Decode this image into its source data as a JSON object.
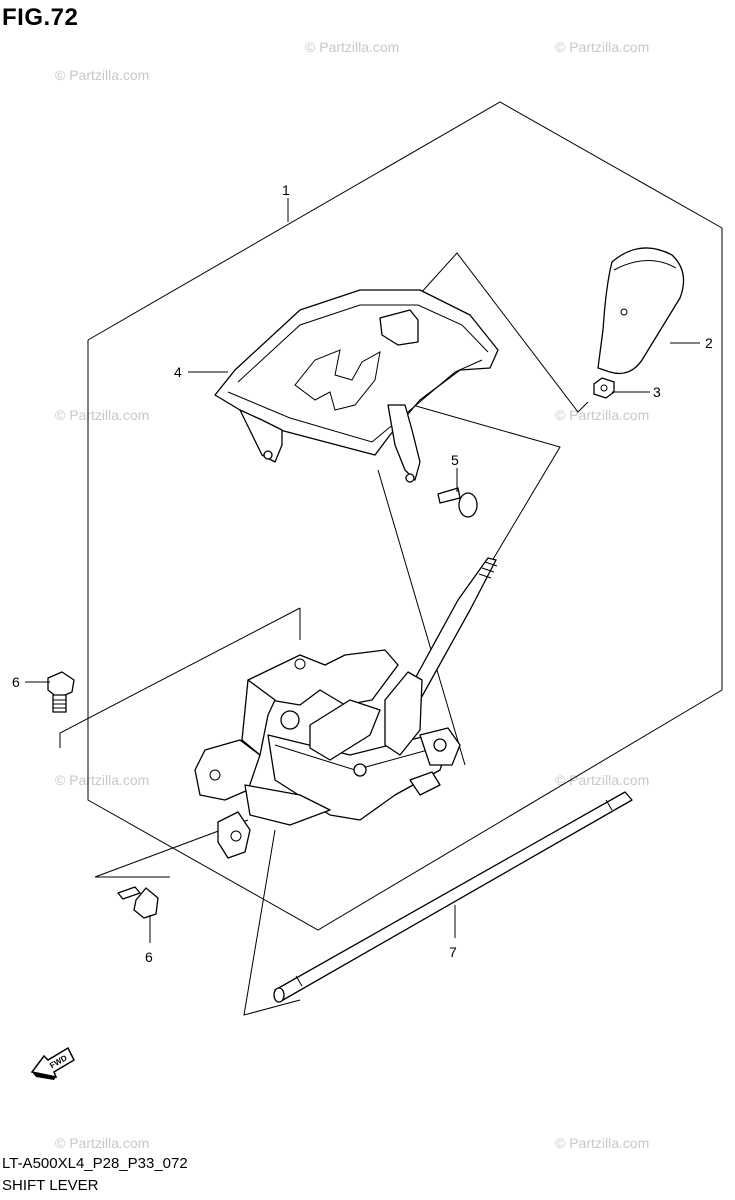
{
  "figure_title": "FIG.72",
  "diagram_code": "LT-A500XL4_P28_P33_072",
  "caption": "SHIFT LEVER",
  "watermark": "© Partzilla.com",
  "fwd_label": "FWD",
  "callouts": {
    "c1": "1",
    "c2": "2",
    "c3": "3",
    "c4": "4",
    "c5": "5",
    "c6a": "6",
    "c6b": "6",
    "c7": "7"
  }
}
